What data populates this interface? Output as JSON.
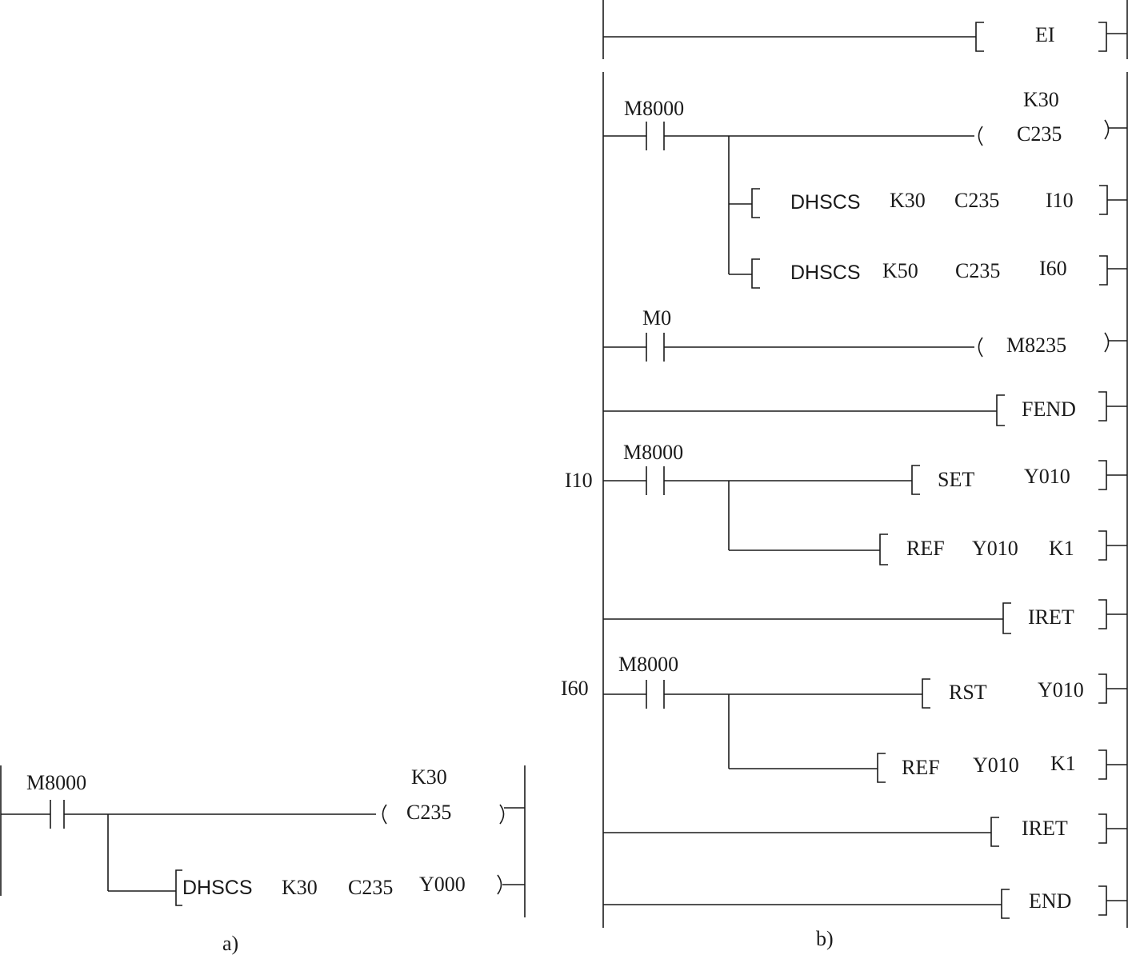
{
  "diagram_a": {
    "caption": "a)",
    "contact": "M8000",
    "coil_preset": "K30",
    "coil_counter": "C235",
    "inst_name": "DHSCS",
    "inst_k": "K30",
    "inst_counter": "C235",
    "inst_output": "Y000"
  },
  "diagram_b": {
    "caption": "b)",
    "ei": "EI",
    "rung1": {
      "contact": "M8000",
      "coil_preset": "K30",
      "coil_counter": "C235",
      "inst1": {
        "name": "DHSCS",
        "k": "K30",
        "counter": "C235",
        "ptr": "I10"
      },
      "inst2": {
        "name": "DHSCS",
        "k": "K50",
        "counter": "C235",
        "ptr": "I60"
      }
    },
    "rung2": {
      "contact": "M0",
      "coil": "M8235"
    },
    "fend": "FEND",
    "int1": {
      "pointer": "I10",
      "contact": "M8000",
      "set_op": "SET",
      "set_arg": "Y010",
      "ref_op": "REF",
      "ref_arg1": "Y010",
      "ref_arg2": "K1",
      "iret": "IRET"
    },
    "int2": {
      "pointer": "I60",
      "contact": "M8000",
      "rst_op": "RST",
      "rst_arg": "Y010",
      "ref_op": "REF",
      "ref_arg1": "Y010",
      "ref_arg2": "K1",
      "iret": "IRET"
    },
    "end": "END"
  }
}
